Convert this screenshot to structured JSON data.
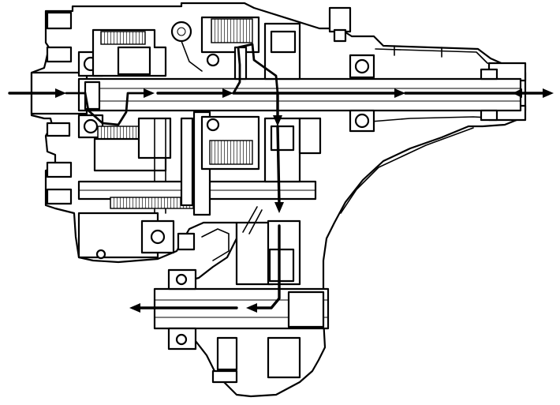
{
  "figure": {
    "subject": "transfer-case-cutaway",
    "style": "line-art",
    "colors": {
      "ink": "#000000",
      "paper": "#ffffff"
    },
    "flow_paths": [
      {
        "id": "input-power",
        "direction": "right",
        "shaft": "input"
      },
      {
        "id": "rear-output",
        "direction": "right",
        "shaft": "rear"
      },
      {
        "id": "front-drive-chain",
        "direction": "down",
        "shaft": "chain"
      },
      {
        "id": "front-output",
        "direction": "left",
        "shaft": "front"
      }
    ]
  }
}
